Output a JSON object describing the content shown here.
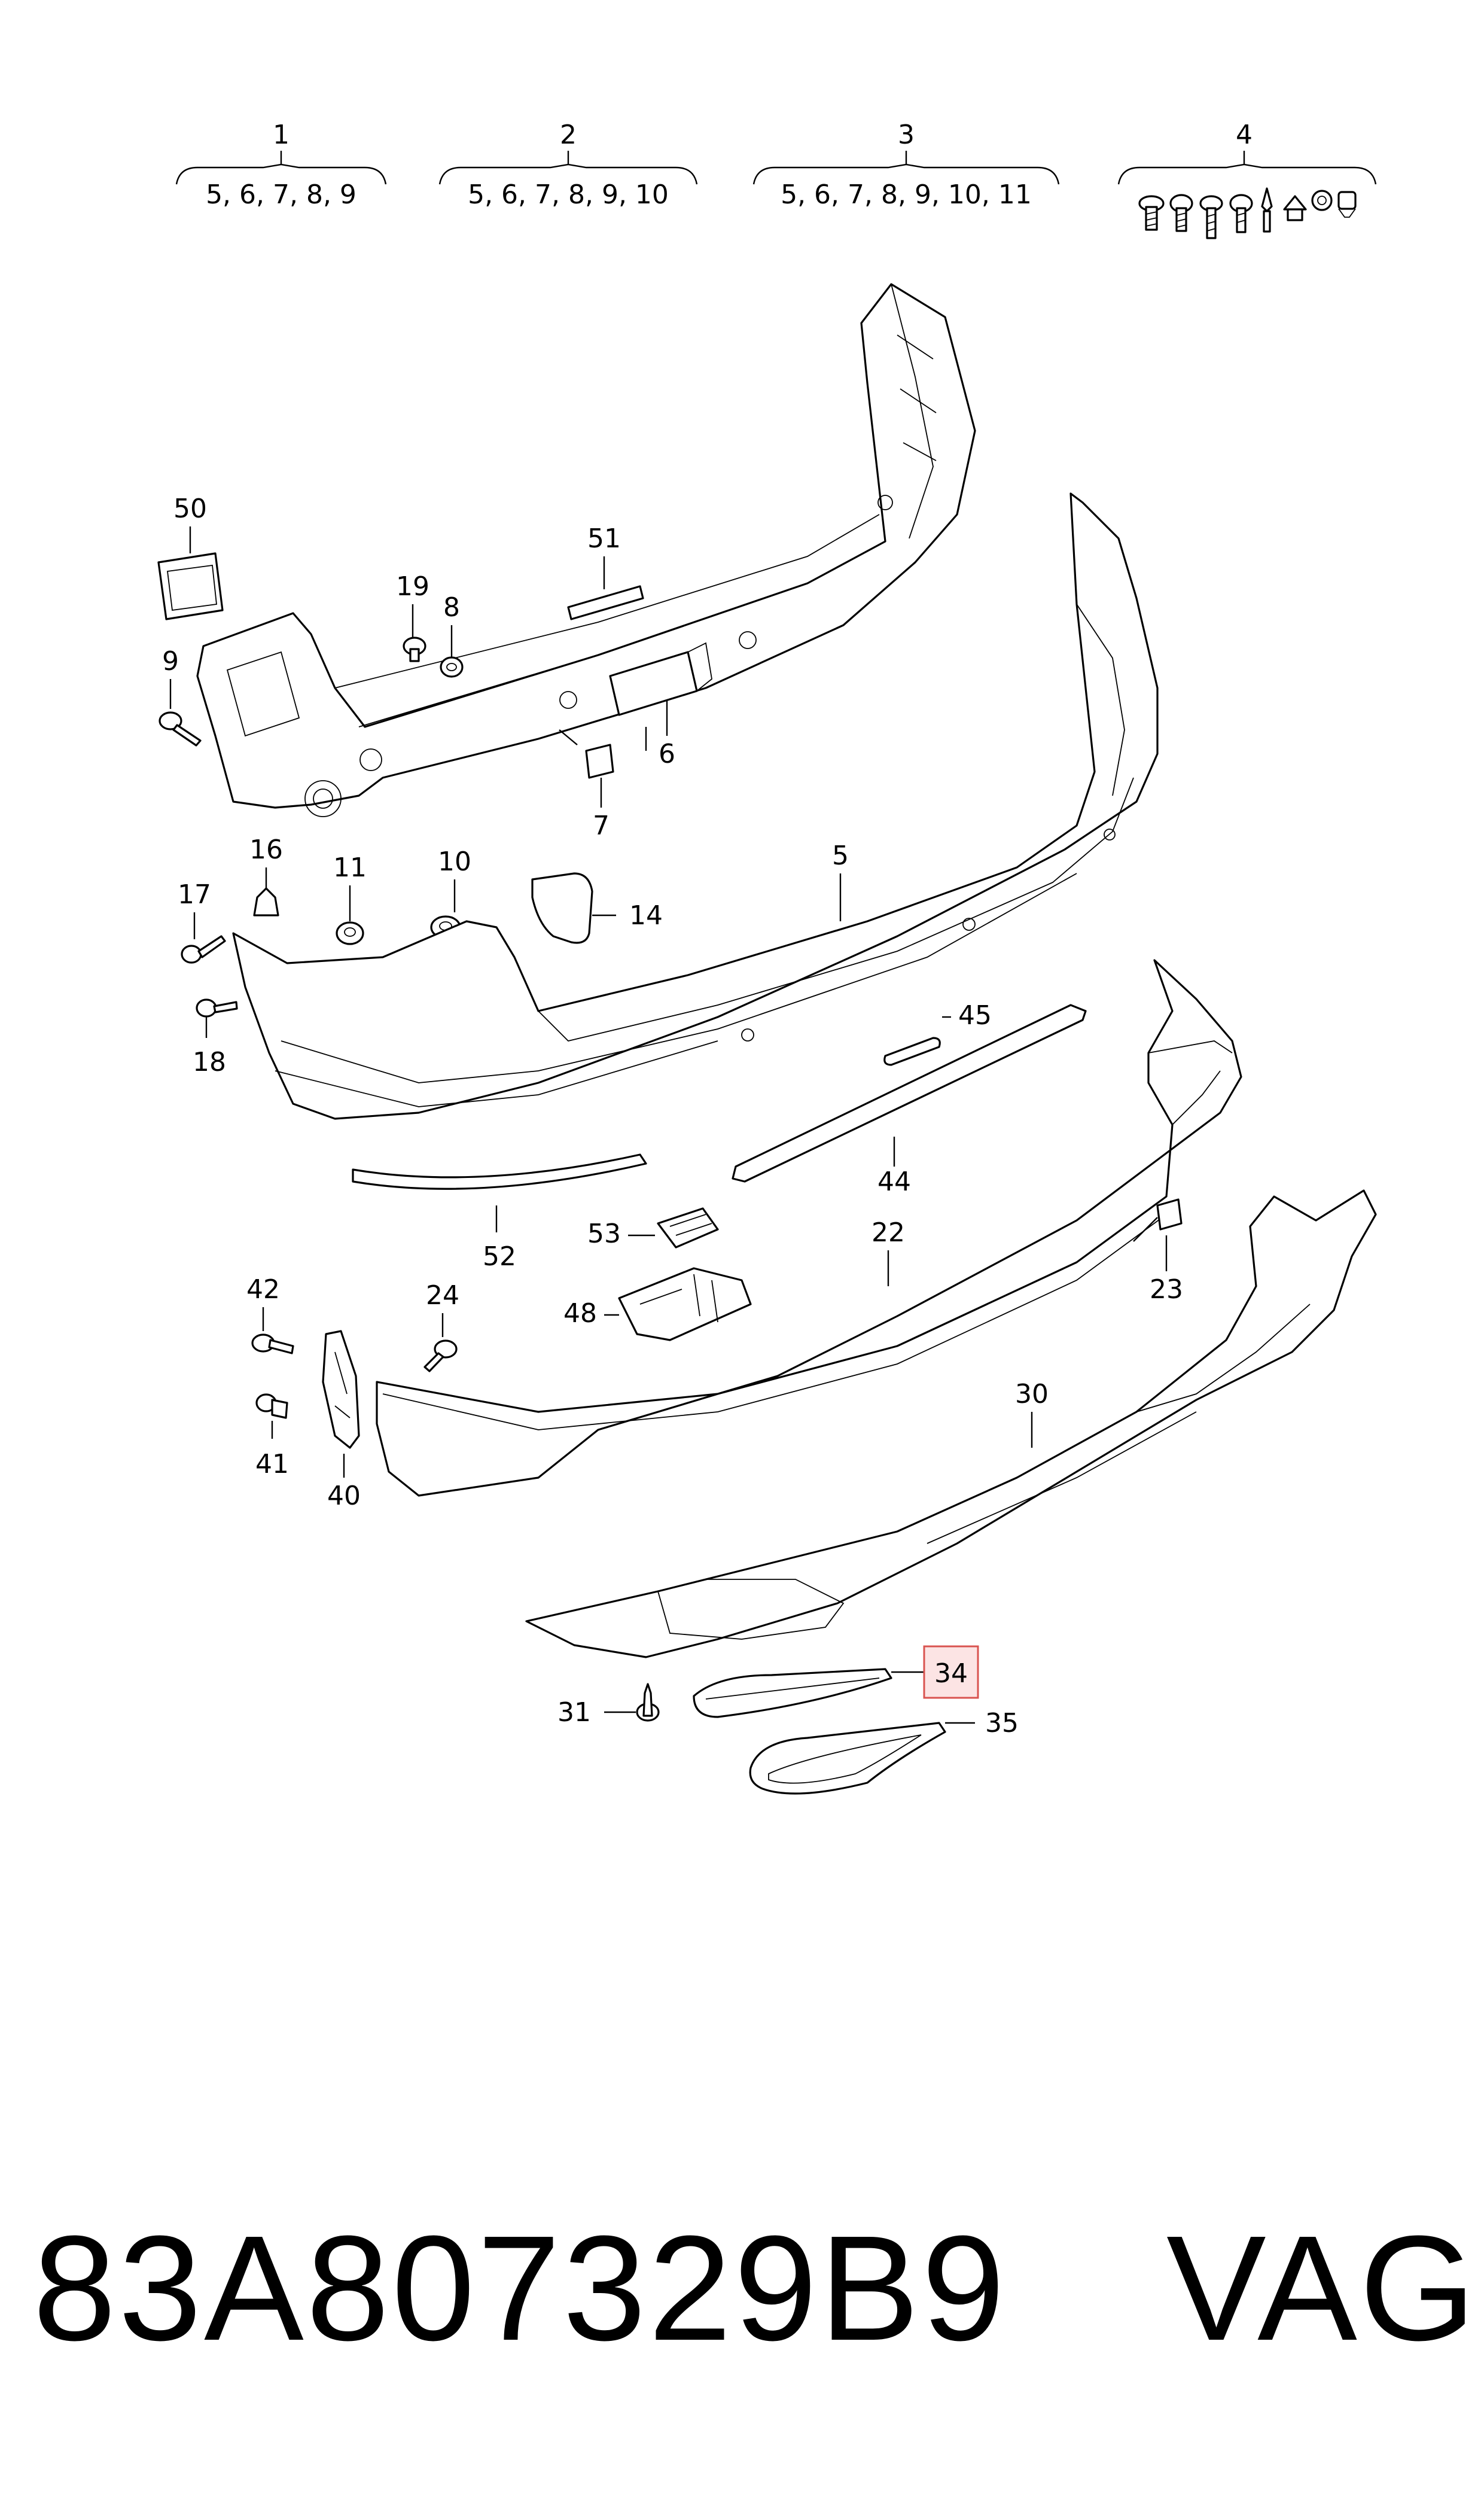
{
  "groups": [
    {
      "number": "1",
      "members": "5, 6, 7, 8, 9"
    },
    {
      "number": "2",
      "members": "5, 6, 7, 8, 9, 10"
    },
    {
      "number": "3",
      "members": "5, 6, 7, 8, 9, 10, 11"
    },
    {
      "number": "4",
      "members": ""
    }
  ],
  "callouts": {
    "c50": "50",
    "c51": "51",
    "c19": "19",
    "c8": "8",
    "c9": "9",
    "c6": "6",
    "c7": "7",
    "c16": "16",
    "c17": "17",
    "c11": "11",
    "c10": "10",
    "c14": "14",
    "c5": "5",
    "c18": "18",
    "c45": "45",
    "c44": "44",
    "c52": "52",
    "c53": "53",
    "c22": "22",
    "c48": "48",
    "c23": "23",
    "c42": "42",
    "c24": "24",
    "c41": "41",
    "c40": "40",
    "c30": "30",
    "c34": "34",
    "c31": "31",
    "c35": "35"
  },
  "highlighted_callout": "34",
  "highlight_color": "#fce4e4",
  "highlight_border_color": "#d9534f",
  "footer": {
    "part_number": "83A807329B9",
    "brand": "VAG"
  }
}
